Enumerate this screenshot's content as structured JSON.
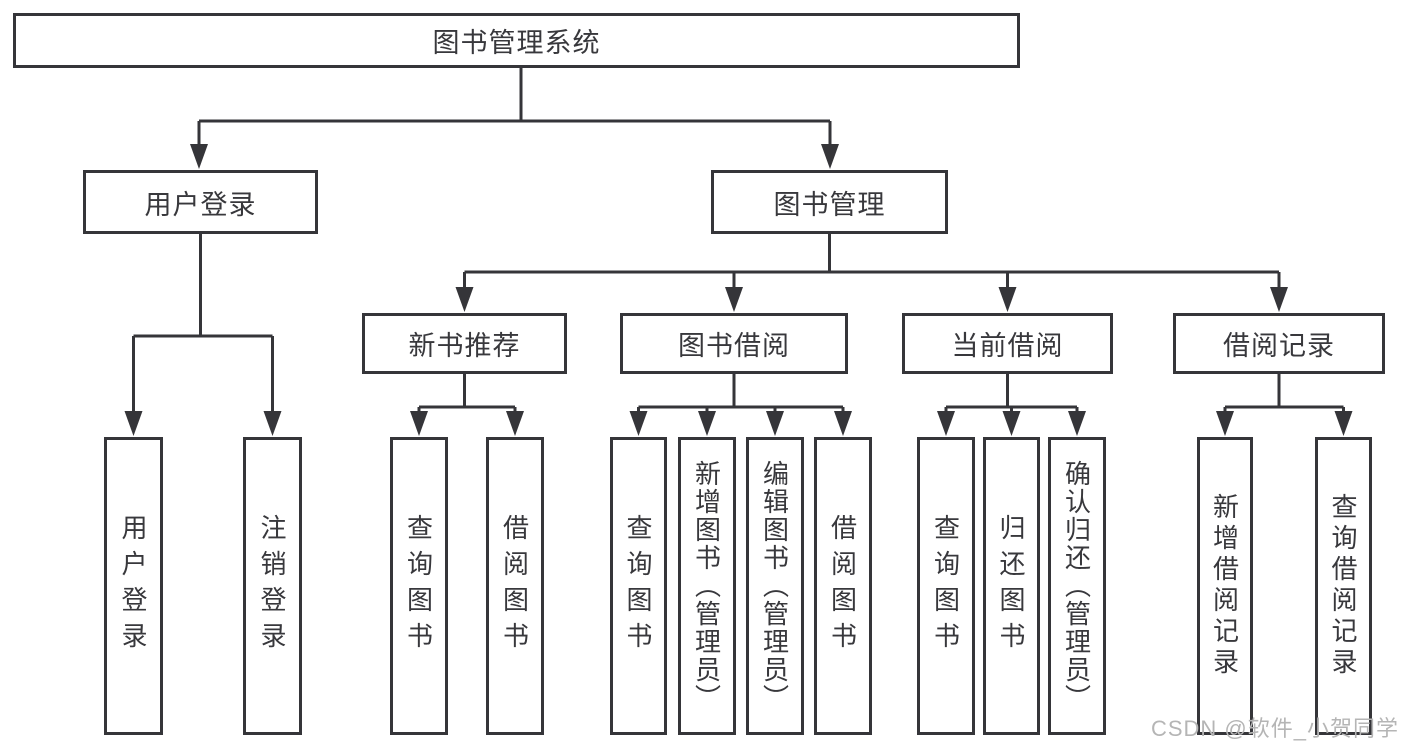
{
  "diagram_title": "图书管理系统",
  "colors": {
    "line": "#353539",
    "text": "#38383c",
    "box_background": "#ffffff",
    "watermark": "#b5b5b5"
  },
  "watermark": {
    "text": "CSDN @软件_小贺同学"
  },
  "tree": {
    "root": {
      "label": "图书管理系统",
      "children": [
        {
          "label": "用户登录",
          "children": [
            {
              "label": "用户登录"
            },
            {
              "label": "注销登录"
            }
          ]
        },
        {
          "label": "图书管理",
          "children": [
            {
              "label": "新书推荐",
              "children": [
                {
                  "label": "查询图书"
                },
                {
                  "label": "借阅图书"
                }
              ]
            },
            {
              "label": "图书借阅",
              "children": [
                {
                  "label": "查询图书"
                },
                {
                  "label": "新增图书（管理员）"
                },
                {
                  "label": "编辑图书（管理员）"
                },
                {
                  "label": "借阅图书"
                }
              ]
            },
            {
              "label": "当前借阅",
              "children": [
                {
                  "label": "查询图书"
                },
                {
                  "label": "归还图书"
                },
                {
                  "label": "确认归还（管理员）"
                }
              ]
            },
            {
              "label": "借阅记录",
              "children": [
                {
                  "label": "新增借阅记录"
                },
                {
                  "label": "查询借阅记录"
                }
              ]
            }
          ]
        }
      ]
    }
  }
}
